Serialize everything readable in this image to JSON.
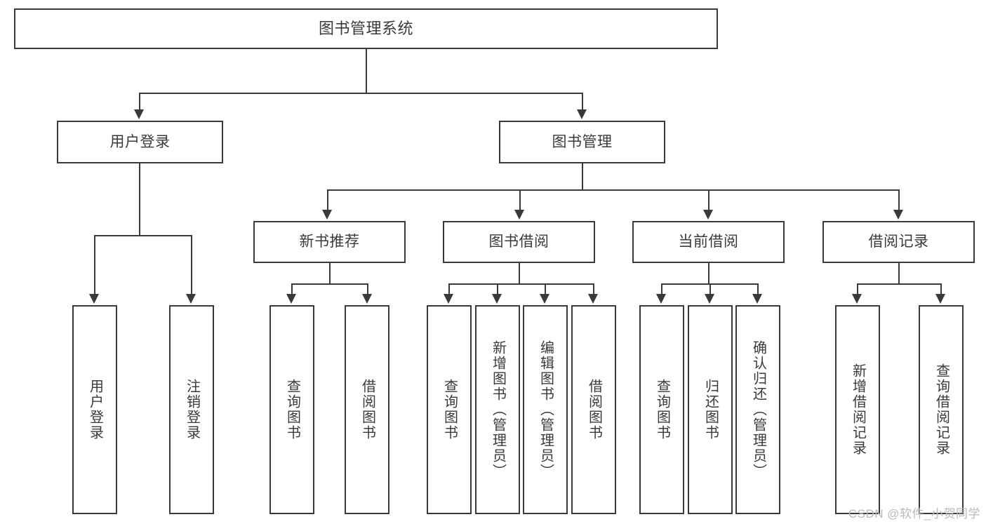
{
  "diagram": {
    "title": "图书管理系统",
    "type": "hierarchy-tree",
    "colors": {
      "stroke": "#3a3a3a",
      "fill": "#ffffff",
      "text": "#3a3a3a",
      "watermark": "#b9b9b9"
    },
    "root": {
      "label": "图书管理系统"
    },
    "level2": [
      {
        "label": "用户登录"
      },
      {
        "label": "图书管理"
      }
    ],
    "level3": [
      {
        "label": "新书推荐"
      },
      {
        "label": "图书借阅"
      },
      {
        "label": "当前借阅"
      },
      {
        "label": "借阅记录"
      }
    ],
    "leaves": {
      "user_login": [
        {
          "label": "用户登录"
        },
        {
          "label": "注销登录"
        }
      ],
      "new_book_recommend": [
        {
          "label": "查询图书"
        },
        {
          "label": "借阅图书"
        }
      ],
      "book_borrow": [
        {
          "label": "查询图书"
        },
        {
          "label": "新增图书（管理员）"
        },
        {
          "label": "编辑图书（管理员）"
        },
        {
          "label": "借阅图书"
        }
      ],
      "current_borrow": [
        {
          "label": "查询图书"
        },
        {
          "label": "归还图书"
        },
        {
          "label": "确认归还（管理员）"
        }
      ],
      "borrow_record": [
        {
          "label": "新增借阅记录"
        },
        {
          "label": "查询借阅记录"
        }
      ]
    },
    "watermark": "CSDN @软件_小贺同学"
  }
}
